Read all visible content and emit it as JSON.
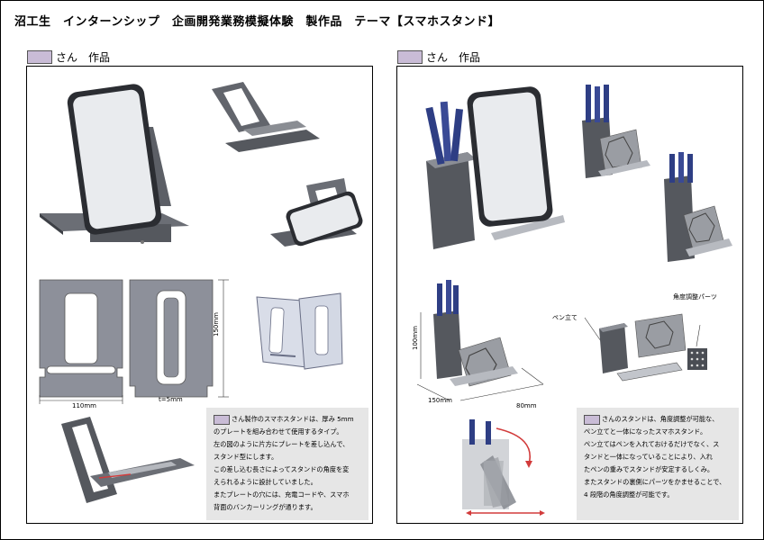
{
  "title": "沼工生　インターンシップ　企画開発業務模擬体験　製作品　テーマ【スマホスタンド】",
  "left": {
    "header": "さん　作品",
    "dims": {
      "height": "150mm",
      "width": "110mm",
      "thickness": "t=5mm"
    },
    "description": [
      "さん製作のスマホスタンドは、厚み 5mm",
      "のプレートを組み合わせて使用するタイプ。",
      "左の図のように片方にプレートを差し込んで、",
      "スタンド型にします。",
      "この差し込む長さによってスタンドの角度を変",
      "えられるように設計していました。",
      "またプレートの穴には、充電コードや、スマホ",
      "背面のバンカーリングが通ります。"
    ]
  },
  "right": {
    "header": "さん　作品",
    "dims": {
      "height": "100mm",
      "width": "150mm",
      "depth": "80mm"
    },
    "callouts": {
      "pen": "ペン立て",
      "angle": "角度調整パーツ"
    },
    "description": [
      "さんのスタンドは、角度調整が可能な、",
      "ペン立てと一体になったスマホスタンド。",
      "ペン立てはペンを入れておけるだけでなく、ス",
      "タンドと一体になっていることにより、入れ",
      "たペンの重みでスタンドが安定するしくみ。",
      "またスタンドの裏側にパーツをかませることで、",
      "4 段階の角度調整が可能です。"
    ]
  }
}
